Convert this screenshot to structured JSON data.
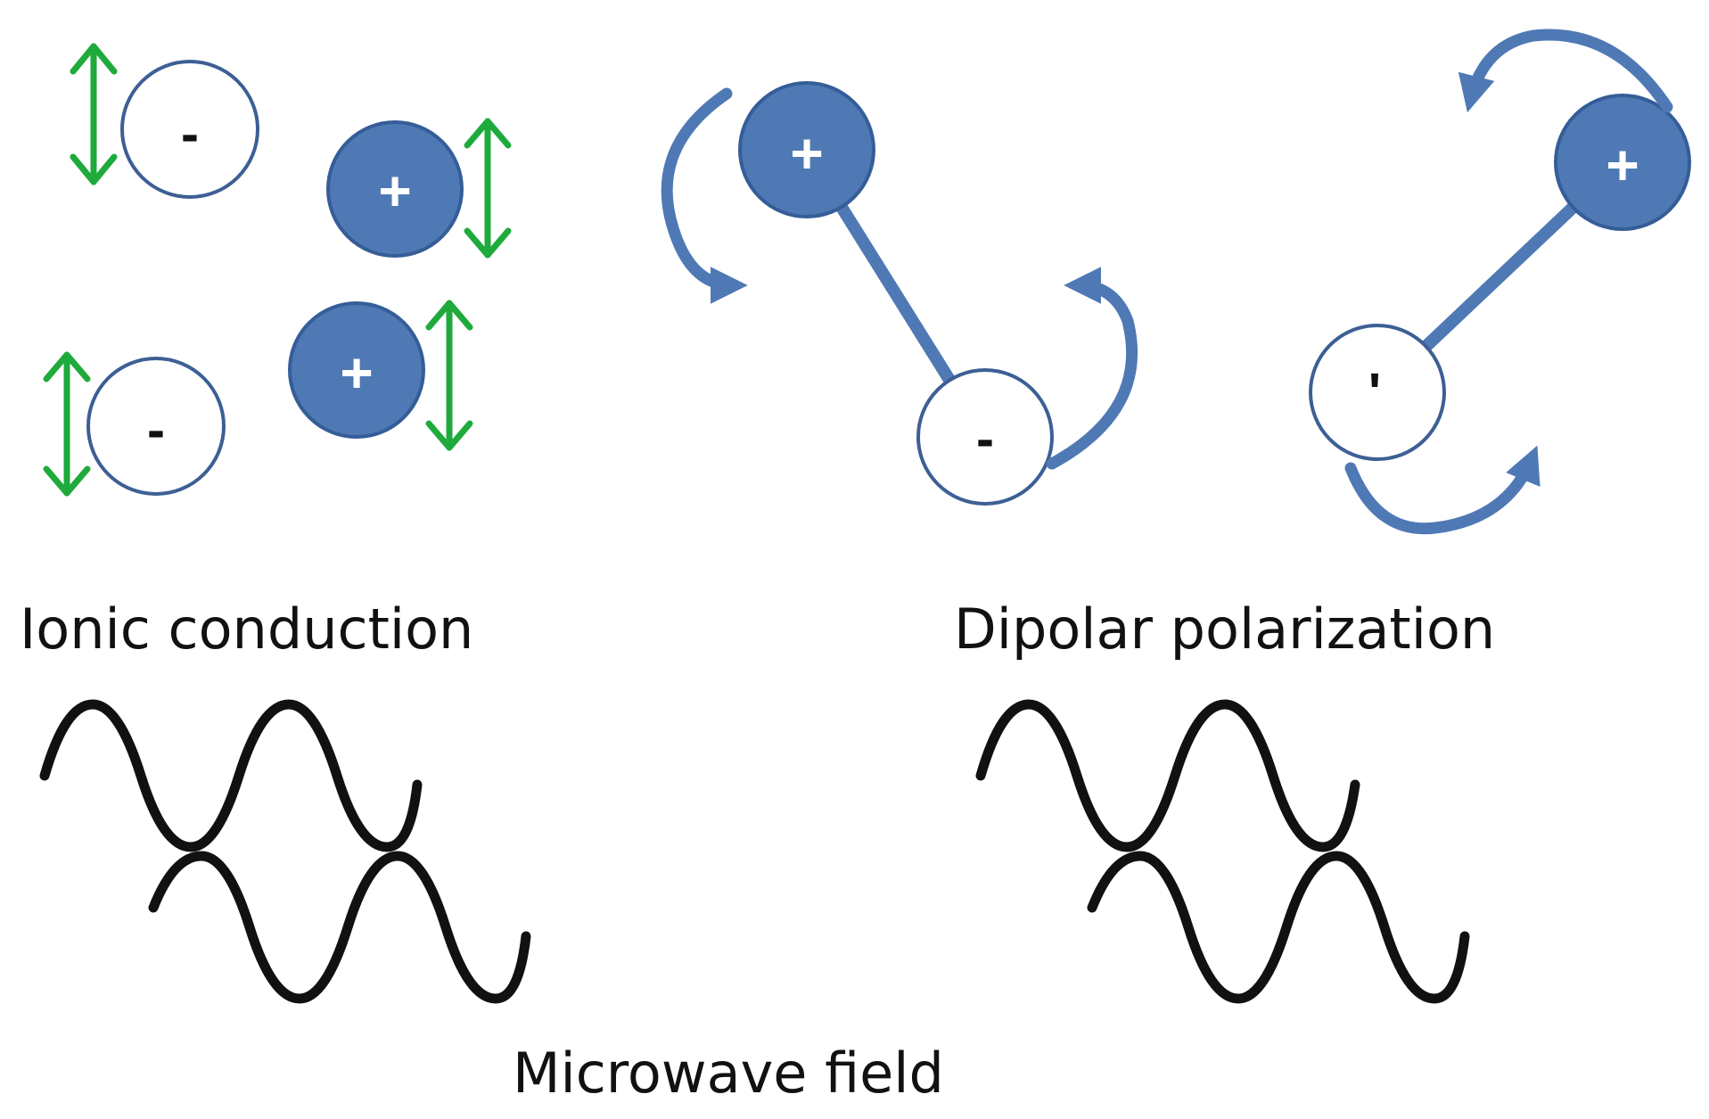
{
  "labels": {
    "ionic": "Ionic conduction",
    "dipolar": "Dipolar polarization",
    "field": "Microwave field"
  },
  "signs": {
    "positive": "+",
    "negative": "-",
    "negative_tilted": "'"
  },
  "colors": {
    "positive_ion": "#4f79b4",
    "negative_ion_outline": "#3d5f95",
    "oscillation_arrow": "#1faa3c",
    "rotation_arrow": "#4f79b4",
    "wave": "#111111"
  },
  "icons": {
    "oscillation": "double-headed-vertical-arrow",
    "rotation": "curved-rotation-arrow",
    "wave": "sine-wave"
  }
}
